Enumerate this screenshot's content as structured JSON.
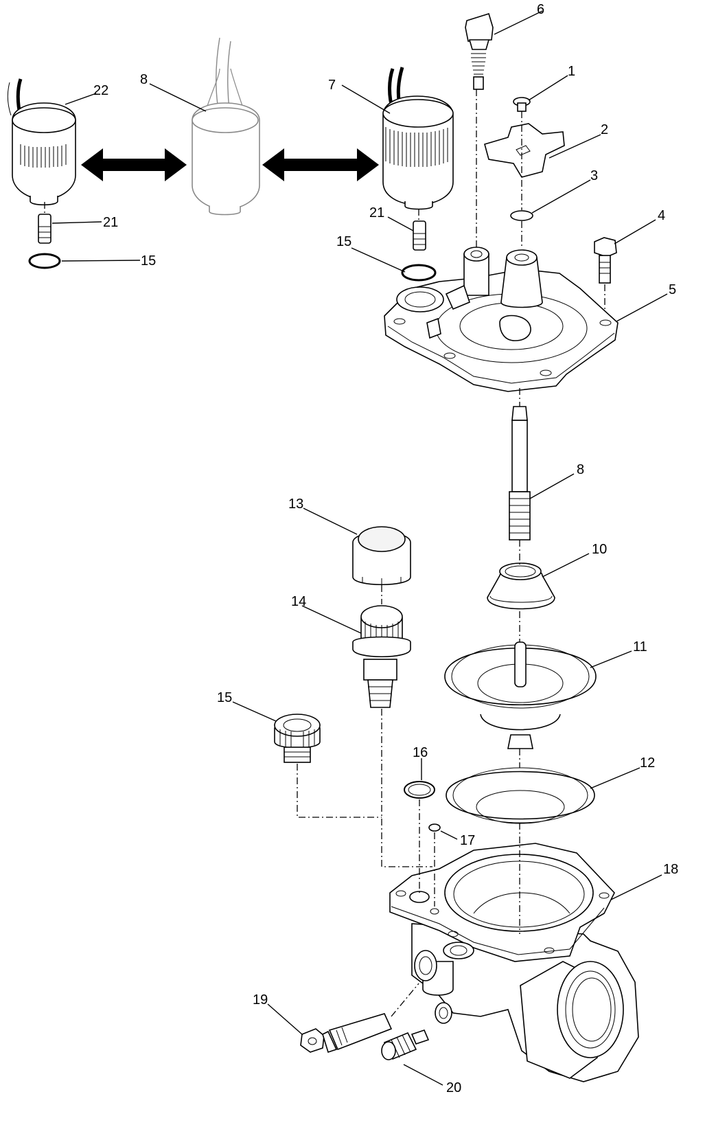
{
  "callouts": [
    {
      "id": "c1",
      "label": "1"
    },
    {
      "id": "c2",
      "label": "2"
    },
    {
      "id": "c3",
      "label": "3"
    },
    {
      "id": "c4",
      "label": "4"
    },
    {
      "id": "c5",
      "label": "5"
    },
    {
      "id": "c6",
      "label": "6"
    },
    {
      "id": "c7",
      "label": "7"
    },
    {
      "id": "c8a",
      "label": "8"
    },
    {
      "id": "c8b",
      "label": "8"
    },
    {
      "id": "c10",
      "label": "10"
    },
    {
      "id": "c11",
      "label": "11"
    },
    {
      "id": "c12",
      "label": "12"
    },
    {
      "id": "c13",
      "label": "13"
    },
    {
      "id": "c14",
      "label": "14"
    },
    {
      "id": "c15a",
      "label": "15"
    },
    {
      "id": "c15b",
      "label": "15"
    },
    {
      "id": "c15c",
      "label": "15"
    },
    {
      "id": "c16",
      "label": "16"
    },
    {
      "id": "c17",
      "label": "17"
    },
    {
      "id": "c18",
      "label": "18"
    },
    {
      "id": "c19",
      "label": "19"
    },
    {
      "id": "c20",
      "label": "20"
    },
    {
      "id": "c21a",
      "label": "21"
    },
    {
      "id": "c21b",
      "label": "21"
    },
    {
      "id": "c22",
      "label": "22"
    }
  ]
}
